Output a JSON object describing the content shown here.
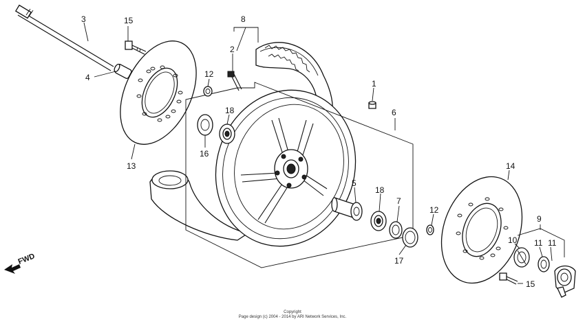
{
  "callouts": {
    "c1": "1",
    "c2": "2",
    "c3": "3",
    "c4": "4",
    "c5": "5",
    "c6": "6",
    "c7": "7",
    "c8": "8",
    "c9": "9",
    "c10": "10",
    "c11a": "11",
    "c11b": "11",
    "c12a": "12",
    "c12b": "12",
    "c13": "13",
    "c14": "14",
    "c15a": "15",
    "c15b": "15",
    "c16": "16",
    "c17": "17",
    "c18a": "18",
    "c18b": "18"
  },
  "fwd_label": "FWD",
  "copyright": {
    "line1": "Copyright",
    "line2": "Page design (c) 2004 - 2014 by ARI Network Services, Inc."
  }
}
